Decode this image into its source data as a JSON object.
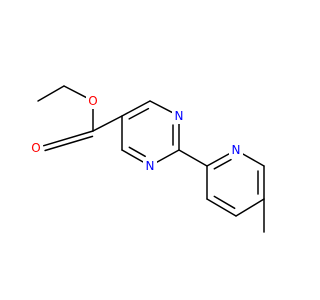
{
  "molecule": {
    "atom_labels": {
      "ester_ether_oxygen": "O",
      "carbonyl_oxygen": "O",
      "pyrimidine_n_top": "N",
      "pyrimidine_n_bottom": "N",
      "pyridine_n": "N"
    },
    "colors": {
      "oxygen": "#FF0000",
      "nitrogen": "#0000FF",
      "bond": "#000000"
    }
  }
}
